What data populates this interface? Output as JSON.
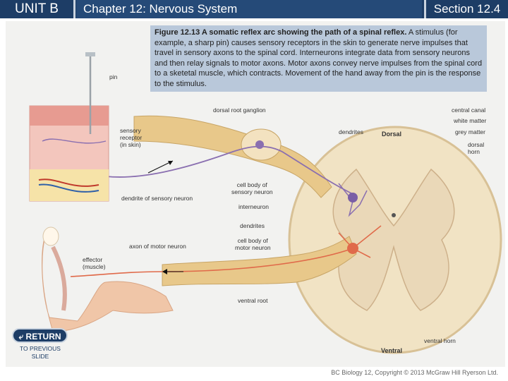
{
  "header": {
    "unit": "UNIT B",
    "chapter": "Chapter 12: Nervous System",
    "section": "Section 12.4"
  },
  "caption": {
    "bold": "Figure 12.13 A somatic reflex arc showing the path of a spinal reflex.",
    "text": " A stimulus (for example, a sharp pin) causes sensory receptors in the skin to generate nerve impulses that travel in sensory axons to the spinal cord. Interneurons integrate data from sensory neurons and then relay signals to motor axons. Motor axons convey nerve impulses from the spinal cord to a sketetal muscle, which contracts. Movement of the hand away from the pin is the response to the stimulus."
  },
  "labels": {
    "pin": "pin",
    "sensory_receptor": "sensory\nreceptor\n(in skin)",
    "dendrite_sensory": "dendrite of sensory neuron",
    "dorsal_root_ganglion": "dorsal root ganglion",
    "dendrites_top": "dendrites",
    "dorsal": "Dorsal",
    "central_canal": "central canal",
    "white_matter": "white matter",
    "grey_matter": "grey matter",
    "dorsal_horn": "dorsal\nhorn",
    "cell_body_sensory": "cell body of\nsensory neuron",
    "interneuron": "interneuron",
    "dendrites_bottom": "dendrites",
    "cell_body_motor": "cell body of\nmotor neuron",
    "axon_motor": "axon of motor neuron",
    "effector": "effector\n(muscle)",
    "ventral_root": "ventral root",
    "ventral_horn": "ventral horn",
    "ventral": "Ventral"
  },
  "nav": {
    "return_label": "RETURN",
    "previous_label": "TO PREVIOUS\nSLIDE"
  },
  "footer": {
    "copyright": "BC Biology 12, Copyright © 2013 McGraw Hill Ryerson Ltd."
  },
  "colors": {
    "header_bg": "#1d3d66",
    "caption_bg": "#b9c8da",
    "nerve": "#e8c88a",
    "sensory_neuron": "#8a6fb0",
    "motor_neuron": "#e06a4a",
    "skin": "#e9a9a0"
  }
}
